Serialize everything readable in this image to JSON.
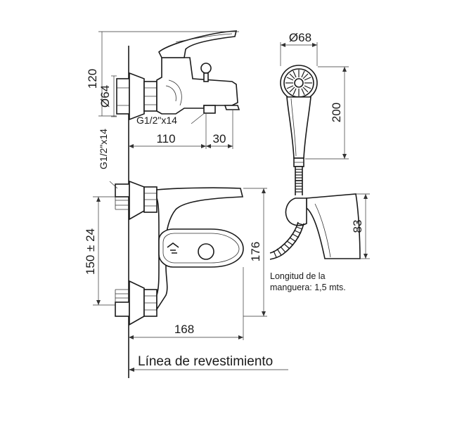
{
  "dimensions": {
    "top_height": "120",
    "outlet_diameter": "Ø64",
    "thread_bottom": "G1/2\"x14",
    "spout_length": "110",
    "spout_offset": "30",
    "thread_side": "G1/2\"x14",
    "center_distance": "150 ± 24",
    "front_height": "176",
    "front_width": "168",
    "shower_diameter": "Ø68",
    "shower_length": "200",
    "holder_height": "83"
  },
  "notes": {
    "hose_line1": "Longitud de la",
    "hose_line2": "manguera: 1,5 mts."
  },
  "wall_label": "Línea de revestimiento"
}
